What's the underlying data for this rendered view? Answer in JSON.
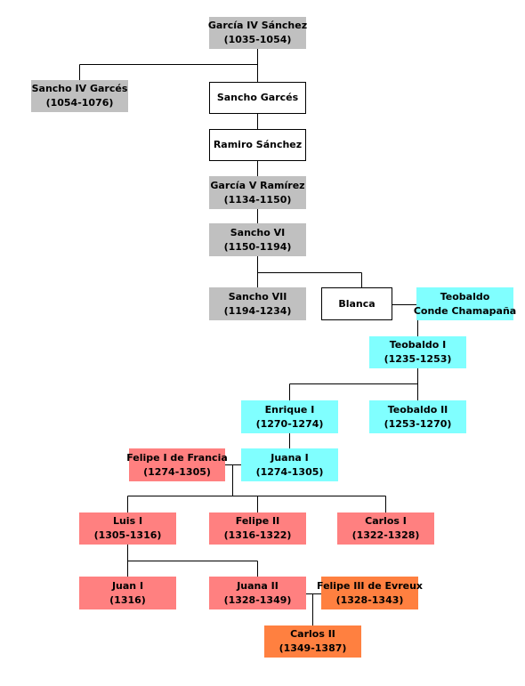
{
  "nodes": {
    "garcia4": {
      "name": "García IV Sánchez",
      "years": "(1035-1054)"
    },
    "sancho4": {
      "name": "Sancho IV Garcés",
      "years": "(1054-1076)"
    },
    "sanchog": {
      "name": "Sancho Garcés",
      "years": ""
    },
    "ramiro": {
      "name": "Ramiro Sánchez",
      "years": ""
    },
    "garcia5": {
      "name": "García V Ramírez",
      "years": "(1134-1150)"
    },
    "sancho6": {
      "name": "Sancho VI",
      "years": "(1150-1194)"
    },
    "sancho7": {
      "name": "Sancho VII",
      "years": "(1194-1234)"
    },
    "blanca": {
      "name": "Blanca",
      "years": ""
    },
    "teobaldoc": {
      "name": "Teobaldo",
      "years": "Conde  Chamapaña"
    },
    "teobaldo1": {
      "name": "Teobaldo I",
      "years": "(1235-1253)"
    },
    "enrique1": {
      "name": "Enrique I",
      "years": "(1270-1274)"
    },
    "teobaldo2": {
      "name": "Teobaldo II",
      "years": "(1253-1270)"
    },
    "felipe1": {
      "name": "Felipe I de Francia",
      "years": "(1274-1305)"
    },
    "juana1": {
      "name": "Juana I",
      "years": "(1274-1305)"
    },
    "luis1": {
      "name": "Luis I",
      "years": "(1305-1316)"
    },
    "felipe2": {
      "name": "Felipe II",
      "years": "(1316-1322)"
    },
    "carlos1": {
      "name": "Carlos I",
      "years": "(1322-1328)"
    },
    "juan1": {
      "name": "Juan I",
      "years": "(1316)"
    },
    "juana2": {
      "name": "Juana II",
      "years": "(1328-1349)"
    },
    "felipe3": {
      "name": "Felipe III de Evreux",
      "years": "(1328-1343)"
    },
    "carlos2": {
      "name": "Carlos II",
      "years": "(1349-1387)"
    }
  },
  "colors": {
    "reign_navarra": "#c0c0c0",
    "non_reigning": "#ffffff",
    "champagne": "#80ffff",
    "capetian": "#ff8080",
    "evreux": "#ff8040",
    "lines": "#000000"
  }
}
